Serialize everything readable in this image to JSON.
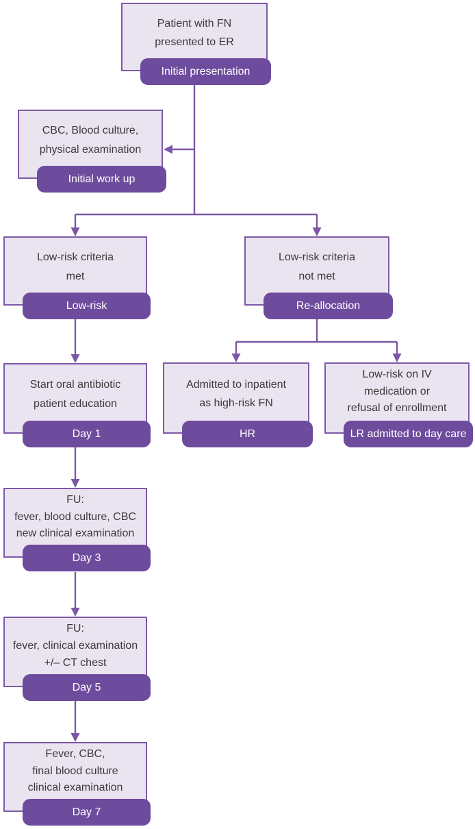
{
  "diagram": {
    "type": "flowchart",
    "subject": "Febrile neutropenia (FN) patient management pathway",
    "colors": {
      "box_fill": "#EAE4F1",
      "box_border": "#7D59A7",
      "badge_fill": "#6D4B9D",
      "badge_text": "#FFFFFF",
      "arrow": "#7B57A6",
      "text": "#3A3A3A",
      "background": "#FFFFFF"
    },
    "nodes": [
      {
        "id": "initial-presentation",
        "text": "Patient with FN\npresented to ER",
        "badge": "Initial presentation"
      },
      {
        "id": "initial-work-up",
        "text": "CBC, Blood culture,\nphysical examination",
        "badge": "Initial work up"
      },
      {
        "id": "low-risk",
        "text": "Low-risk criteria\nmet",
        "badge": "Low-risk"
      },
      {
        "id": "re-allocation",
        "text": "Low-risk criteria\nnot met",
        "badge": "Re-allocation"
      },
      {
        "id": "day-1",
        "text": "Start oral antibiotic\npatient education",
        "badge": "Day 1"
      },
      {
        "id": "hr",
        "text": "Admitted to inpatient\nas high-risk FN",
        "badge": "HR"
      },
      {
        "id": "lr-day-care",
        "text": "Low-risk on IV\nmedication or\nrefusal of enrollment",
        "badge": "LR admitted to day care"
      },
      {
        "id": "day-3",
        "text": "FU:\nfever, blood culture, CBC\nnew clinical examination",
        "badge": "Day 3"
      },
      {
        "id": "day-5",
        "text": "FU:\nfever, clinical examination\n+/– CT chest",
        "badge": "Day 5"
      },
      {
        "id": "day-7",
        "text": "Fever, CBC,\nfinal blood culture\nclinical examination",
        "badge": "Day 7"
      }
    ]
  }
}
